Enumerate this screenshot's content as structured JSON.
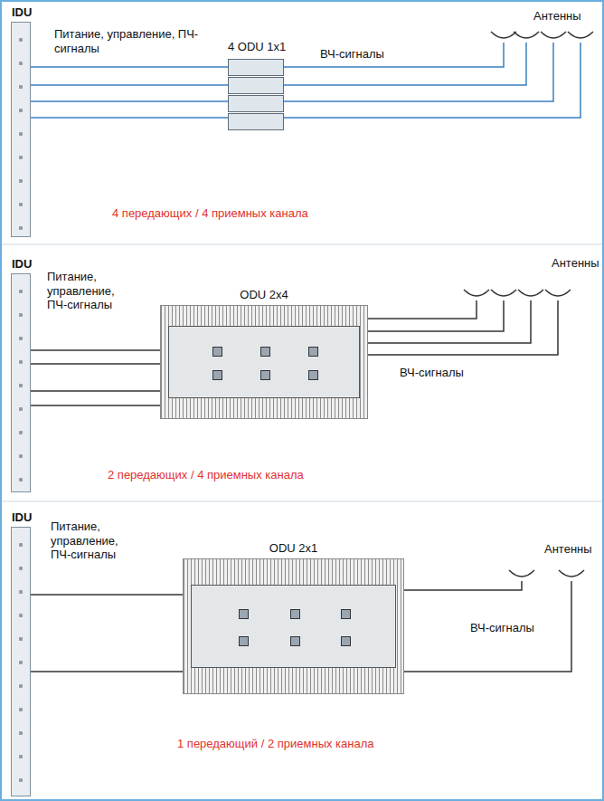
{
  "diagram": {
    "nodes": [
      {
        "text": [
          "IDU"
        ]
      },
      {
        "text": [
          "4 ODU 1x1"
        ]
      },
      {
        "text": [
          "IDU"
        ]
      },
      {
        "text": [
          "ODU 2x4"
        ]
      },
      {
        "text": [
          "IDU"
        ]
      },
      {
        "text": [
          "ODU 2x1"
        ]
      }
    ],
    "edges": [
      {
        "from": 0,
        "to": 1,
        "arrow": "none"
      },
      {
        "from": 0,
        "to": 1,
        "arrow": "none"
      },
      {
        "from": 0,
        "to": 1,
        "arrow": "none"
      },
      {
        "from": 0,
        "to": 1,
        "arrow": "none"
      },
      {
        "from": 2,
        "to": 3,
        "arrow": "none"
      },
      {
        "from": 2,
        "to": 3,
        "arrow": "none"
      },
      {
        "from": 2,
        "to": 3,
        "arrow": "none"
      },
      {
        "from": 2,
        "to": 3,
        "arrow": "none"
      },
      {
        "from": 4,
        "to": 5,
        "arrow": "none"
      },
      {
        "from": 4,
        "to": 5,
        "arrow": "none"
      }
    ],
    "labels": [
      "Питание, управление, ПЧ-сигналы",
      "ВЧ-сигналы",
      "Антенны",
      "4 передающих / 4 приемных канала",
      "Питание, управление, ПЧ-сигналы",
      "Антенны",
      "ВЧ-сигналы",
      "2 передающих / 4 приемных канала",
      "Питание, управление, ПЧ-сигналы",
      "Антенны",
      "ВЧ-сигналы",
      "1 передающий / 2 приемных канала"
    ]
  }
}
